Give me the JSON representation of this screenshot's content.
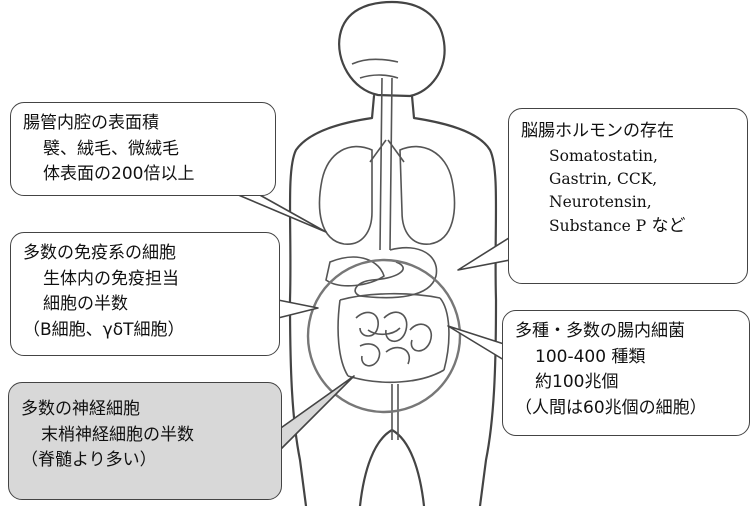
{
  "callouts": {
    "surface": {
      "lines": [
        "腸管内腔の表面積",
        "襞、絨毛、微絨毛",
        "体表面の200倍以上"
      ]
    },
    "immune": {
      "lines": [
        "多数の免疫系の細胞",
        "生体内の免疫担当",
        "細胞の半数",
        "（B細胞、γδT細胞）"
      ]
    },
    "nerve": {
      "lines": [
        "多数の神経細胞",
        "末梢神経細胞の半数",
        "（脊髄より多い）"
      ],
      "background": "#d8d8d8"
    },
    "hormones": {
      "title": "脳腸ホルモンの存在",
      "items": [
        "Somatostatin,",
        "Gastrin,  CCK,",
        "Neurotensin,",
        "Substance P"
      ],
      "suffix": "など"
    },
    "bacteria": {
      "lines": [
        "多種・多数の腸内細菌",
        "100-400  種類",
        "約100兆個",
        "（人間は60兆個の細胞）"
      ]
    }
  },
  "colors": {
    "outline": "#444444",
    "gut_circle": "#777777",
    "nerve_box": "#d8d8d8"
  }
}
